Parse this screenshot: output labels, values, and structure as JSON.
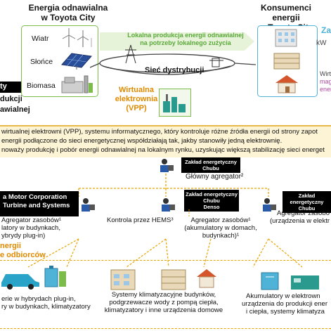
{
  "top": {
    "left_title": "Energia odnawialna\nw Toyota City",
    "right_title": "Konsumenci energii\nw Toyota City",
    "sources": [
      "Wiatr",
      "Słońce",
      "Biomasa"
    ],
    "local_production": "Lokalna produkcja energii odnawialnej\nna potrzeby lokalnego zużycia",
    "grid": "Sieć dystrybucji",
    "vpp": "Wirtualna\nelektrownia\n(VPP)",
    "left_cut_1": "ty",
    "left_cut_2": "dukcji",
    "left_cut_3": "awialnej",
    "right_cut_z": "Za",
    "right_cut_kw": "kW",
    "right_cut_wirt": "Wirtu",
    "right_cut_mag": "maga",
    "right_cut_ene": "ener"
  },
  "description": {
    "line1": "wirtualnej elektrowni (VPP), systemu informatycznego, który kontroluje różne źródła energii od strony zapot",
    "line2": "energii podłączone do sieci energetycznej współdziałają tak, jakby stanowiły jedną elektrownię.",
    "line3": "noważy produkcję i pobór energii odnawialnej na lokalnym rynku, uzyskując większą stabilizację sieci energet"
  },
  "tree": {
    "chubu_main_box": "Zakład energetyczny\nChubu",
    "main_aggregator": "Główny agregator²",
    "toyota_box": "a Motor Corporation\nTurbine and Systems",
    "toyota_agg_lines": [
      "Agregator zasobów¹",
      "latory w budynkach,",
      "ybrydy plug-in)"
    ],
    "hems": "Kontrola przez HEMS³",
    "chubu_denso_box": "Zakład energetyczny\nChubu\nDenso",
    "denso_agg_lines": [
      "Agregator zasobów¹",
      "(akumulatory w domach,",
      "budynkach)¹"
    ],
    "right_box": "Zakład energetyczny\nChubu",
    "right_agg_lines": [
      "Agregator zasobó",
      "(urządzenia w elektr"
    ]
  },
  "bottom": {
    "energy_label": "nergii",
    "consumers_label": "e odbiorców",
    "caption1_lines": [
      "erie w hybrydach plug-in,",
      "ry w budynkach, klimatyzatory"
    ],
    "caption2_lines": [
      "Systemy klimatyzacyjne budynków,",
      "podgrzewacze wody z pompą ciepła,",
      "klimatyzatory i inne urządzenia domowe"
    ],
    "caption3_lines": [
      "Akumulatory w elektrown",
      "urządzenia do produkcji ener",
      "i ciepła, systemy klimatyza"
    ]
  },
  "colors": {
    "green": "#7cbc4a",
    "blue": "#4fb3d8",
    "orange": "#e08a00",
    "arrow_green": "#9fd07a"
  }
}
